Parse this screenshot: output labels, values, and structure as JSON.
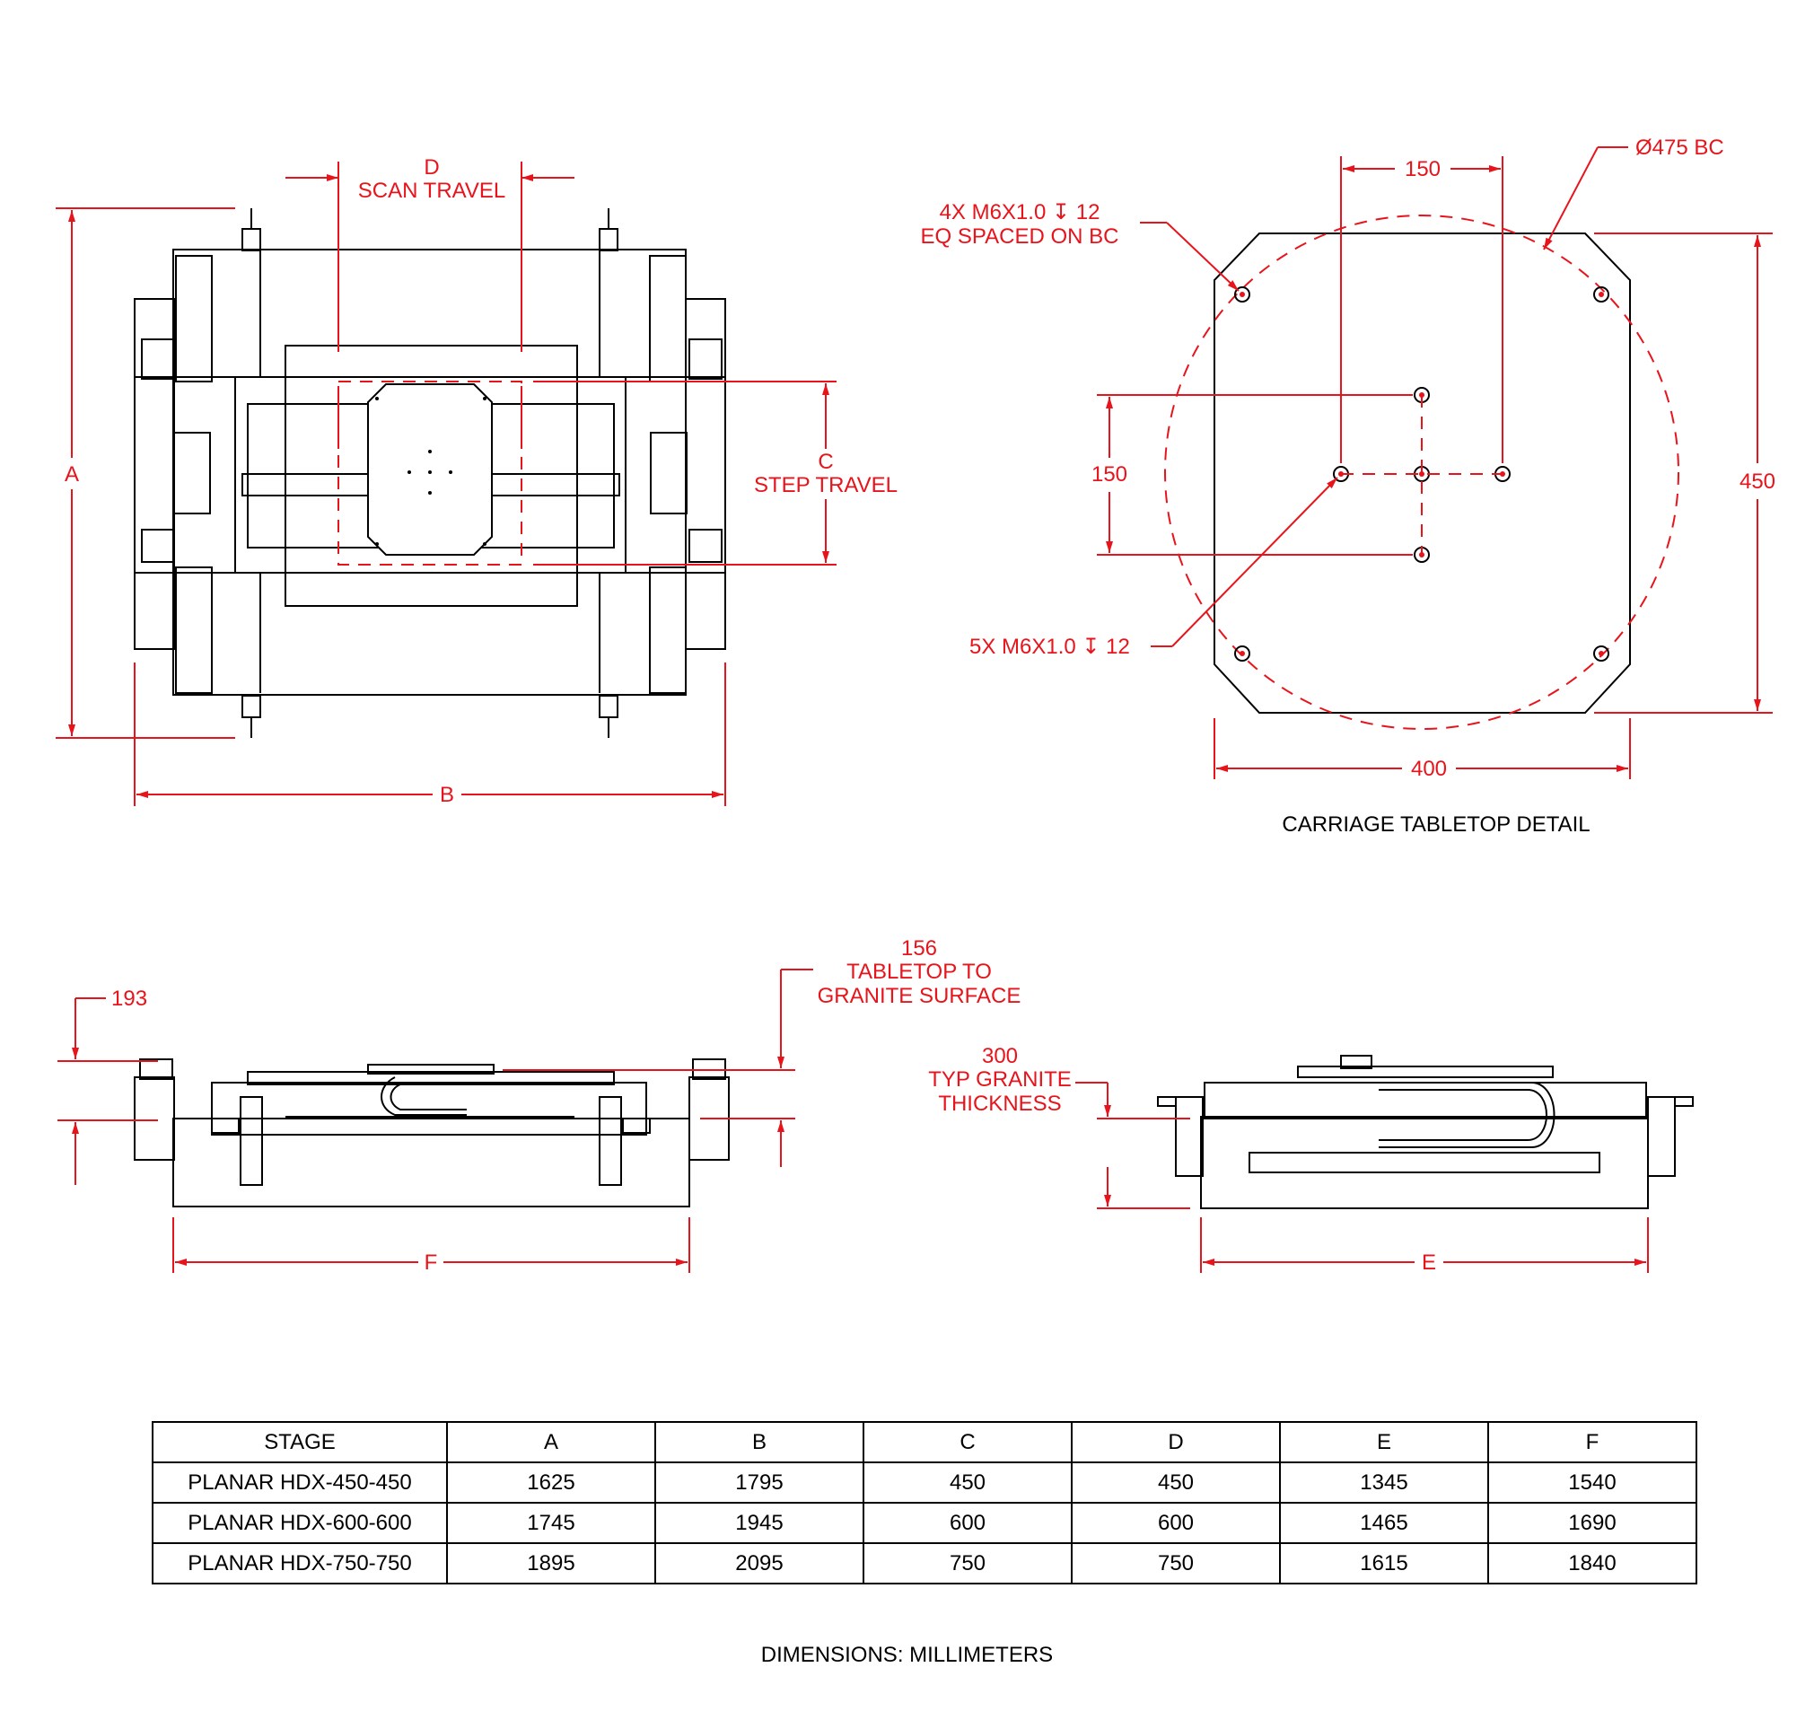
{
  "top_view": {
    "label_d": "D",
    "label_scan_travel": "SCAN TRAVEL",
    "label_c": "C",
    "label_step_travel": "STEP TRAVEL",
    "label_a": "A",
    "label_b": "B"
  },
  "tabletop_detail": {
    "dim_top_spacing": "150",
    "bolt_circle": "Ø475 BC",
    "callout_4x_line1": "4X M6X1.0 ↧ 12",
    "callout_4x_line2": "EQ SPACED ON BC",
    "dim_left_spacing": "150",
    "dim_height": "450",
    "callout_5x": "5X M6X1.0 ↧ 12",
    "dim_width": "400",
    "title": "CARRIAGE TABLETOP DETAIL"
  },
  "side_view_left": {
    "dim_193": "193",
    "dim_156": "156",
    "label_tabletop_line1": "TABLETOP TO",
    "label_tabletop_line2": "GRANITE SURFACE",
    "label_f": "F"
  },
  "side_view_right": {
    "dim_300": "300",
    "label_granite_line1": "TYP GRANITE",
    "label_granite_line2": "THICKNESS",
    "label_e": "E"
  },
  "table": {
    "headers": [
      "STAGE",
      "A",
      "B",
      "C",
      "D",
      "E",
      "F"
    ],
    "rows": [
      [
        "PLANAR HDX-450-450",
        "1625",
        "1795",
        "450",
        "450",
        "1345",
        "1540"
      ],
      [
        "PLANAR HDX-600-600",
        "1745",
        "1945",
        "600",
        "600",
        "1465",
        "1690"
      ],
      [
        "PLANAR HDX-750-750",
        "1895",
        "2095",
        "750",
        "750",
        "1615",
        "1840"
      ]
    ]
  },
  "units_note": "DIMENSIONS:  MILLIMETERS",
  "colors": {
    "dimension": "#e8141c",
    "outline": "#000000"
  }
}
